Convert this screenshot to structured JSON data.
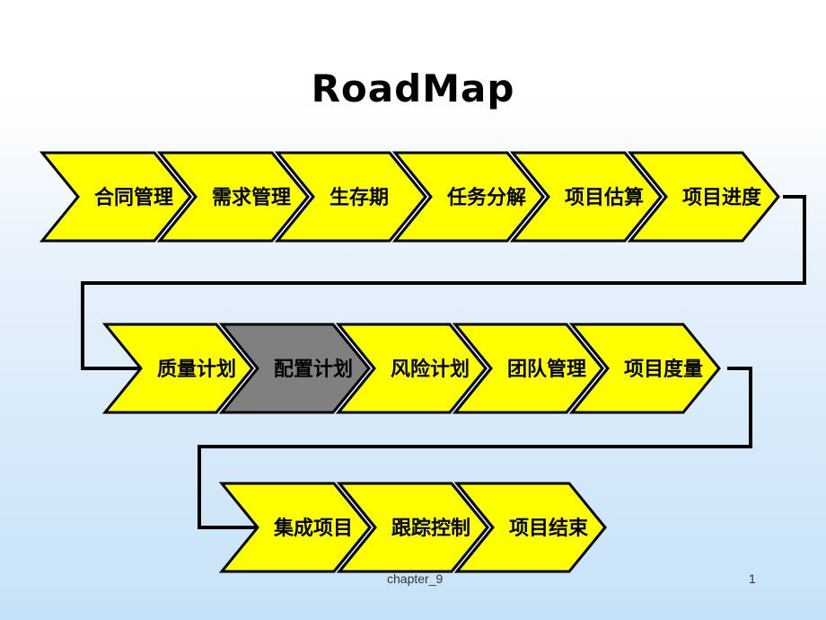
{
  "title": "RoadMap",
  "rows": [
    {
      "steps": [
        {
          "label": "合同管理",
          "color": "#ffff00"
        },
        {
          "label": "需求管理",
          "color": "#ffff00"
        },
        {
          "label": "生存期",
          "color": "#ffff00"
        },
        {
          "label": "任务分解",
          "color": "#ffff00"
        },
        {
          "label": "项目估算",
          "color": "#ffff00"
        },
        {
          "label": "项目进度",
          "color": "#ffff00"
        }
      ]
    },
    {
      "steps": [
        {
          "label": "质量计划",
          "color": "#ffff00"
        },
        {
          "label": "配置计划",
          "color": "#808080"
        },
        {
          "label": "风险计划",
          "color": "#ffff00"
        },
        {
          "label": "团队管理",
          "color": "#ffff00"
        },
        {
          "label": "项目度量",
          "color": "#ffff00"
        }
      ]
    },
    {
      "steps": [
        {
          "label": "集成项目",
          "color": "#ffff00"
        },
        {
          "label": "跟踪控制",
          "color": "#ffff00"
        },
        {
          "label": "项目结束",
          "color": "#ffff00"
        }
      ]
    }
  ],
  "footer": {
    "chapter": "chapter_9",
    "page": "1"
  }
}
